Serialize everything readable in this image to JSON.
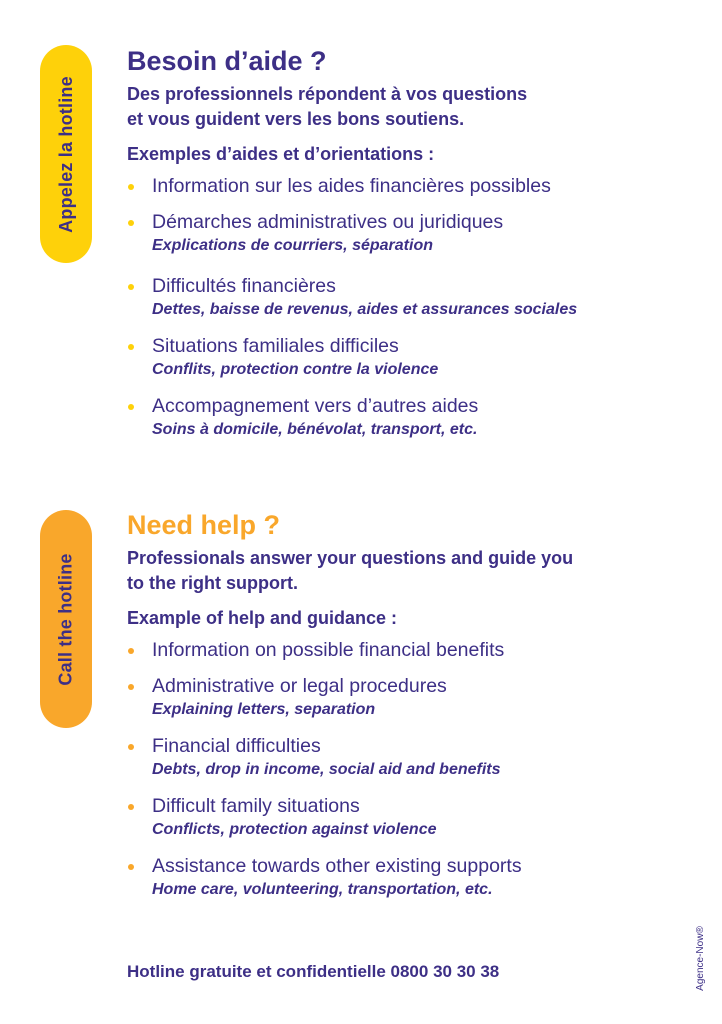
{
  "colors": {
    "primary": "#3d2f86",
    "yellow": "#fed10a",
    "orange": "#f9a72b"
  },
  "fr": {
    "pill": "Appelez la hotline",
    "title": "Besoin d’aide ?",
    "intro": [
      "Des professionnels répondent à vos questions",
      "et vous guident vers les bons soutiens."
    ],
    "examples_heading": "Exemples d’aides et d’orientations :",
    "items": [
      {
        "title": "Information sur les aides financières possibles",
        "sub": ""
      },
      {
        "title": "Démarches administratives ou juridiques",
        "sub": "Explications de courriers, séparation"
      },
      {
        "title": "Difficultés financières",
        "sub": "Dettes, baisse de revenus, aides et assurances sociales"
      },
      {
        "title": "Situations familiales difficiles",
        "sub": "Conflits, protection contre la violence"
      },
      {
        "title": "Accompagnement vers d’autres aides",
        "sub": "Soins à domicile, bénévolat, transport, etc."
      }
    ]
  },
  "en": {
    "pill": "Call the hotline",
    "title": "Need help ?",
    "intro": [
      "Professionals answer your questions and guide you",
      "to the right support."
    ],
    "examples_heading": "Example of help and guidance :",
    "items": [
      {
        "title": "Information on possible financial benefits",
        "sub": ""
      },
      {
        "title": "Administrative or legal procedures",
        "sub": "Explaining letters, separation"
      },
      {
        "title": "Financial difficulties",
        "sub": "Debts, drop in income, social aid and benefits"
      },
      {
        "title": "Difficult family situations",
        "sub": "Conflicts, protection against violence"
      },
      {
        "title": "Assistance towards other existing supports",
        "sub": "Home care, volunteering, transportation, etc."
      }
    ]
  },
  "footer": "Hotline gratuite et confidentielle 0800 30 30 38",
  "agency": "Agence-Now®"
}
